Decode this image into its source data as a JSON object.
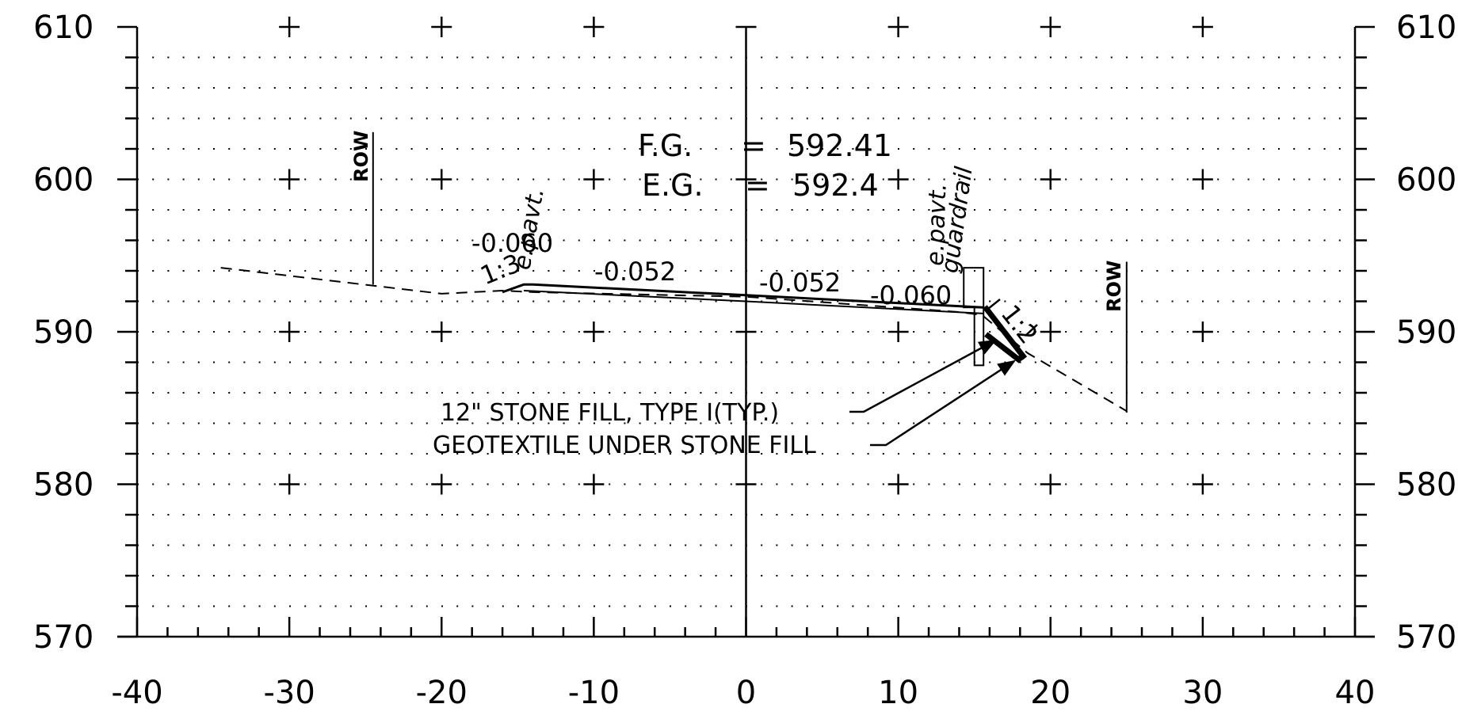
{
  "chart_data": {
    "type": "cross-section",
    "x_axis": {
      "ticks": [
        -40,
        -30,
        -20,
        -10,
        0,
        10,
        20,
        30,
        40
      ],
      "tick_labels": [
        "-40",
        "-30",
        "-20",
        "-10",
        "0",
        "10",
        "20",
        "30",
        "40"
      ],
      "range": [
        -40,
        40
      ],
      "minor_step": 2
    },
    "y_axis": {
      "ticks": [
        570,
        580,
        590,
        600,
        610
      ],
      "tick_labels": [
        "570",
        "580",
        "590",
        "600",
        "610"
      ],
      "range": [
        570,
        610
      ],
      "minor_step": 2,
      "labels_both_sides": true
    },
    "grid": {
      "dotted_rows_step": 2,
      "cross_marks_step": [
        10,
        10
      ]
    },
    "existing_ground": [
      [
        -34.5,
        594.2
      ],
      [
        -20,
        592.5
      ],
      [
        -16,
        592.7
      ],
      [
        -14,
        592.6
      ],
      [
        0,
        592.3
      ],
      [
        14,
        591.3
      ],
      [
        15.5,
        591.1
      ],
      [
        18.5,
        588.6
      ],
      [
        25,
        584.8
      ]
    ],
    "finished_grade": [
      [
        -16,
        592.6
      ],
      [
        -14.6,
        593.1
      ],
      [
        -14,
        593.1
      ],
      [
        0,
        592.4
      ],
      [
        15.6,
        591.6
      ]
    ],
    "pavement_bottom": [
      [
        -14.6,
        592.7
      ],
      [
        0,
        592.0
      ],
      [
        15.6,
        591.2
      ]
    ],
    "fill_slope": [
      [
        15.8,
        591.5
      ],
      [
        18.2,
        588.4
      ]
    ],
    "guardrail_post": {
      "x0": 15.0,
      "x1": 15.6,
      "y0": 587.8,
      "y1": 591.6
    },
    "guardrail_rail": {
      "x0": 14.3,
      "x1": 15.6,
      "y0": 591.6,
      "y1": 594.2
    },
    "row_lines": [
      {
        "x": -24.5,
        "y_top": 603.1,
        "y_bottom": 593.1,
        "label": "ROW"
      },
      {
        "x": 25,
        "y_top": 594.6,
        "y_bottom": 584.7,
        "label": "ROW"
      }
    ],
    "annotations": {
      "fg_label": "F.G.",
      "fg_equals": "=",
      "fg_value": "592.41",
      "eg_label": "E.G.",
      "eg_equals": "=",
      "eg_value": "592.4",
      "left_slope": "1:3",
      "right_slope": "1:2",
      "slopes": [
        "-0.060",
        "-0.052",
        "-0.052",
        "-0.060"
      ],
      "edge_left": "e.pavt.",
      "edge_right": "e.pavt.",
      "guardrail": "guardrail",
      "note1": "12\" STONE FILL, TYPE I(TYP.)",
      "note2": "GEOTEXTILE UNDER STONE FILL"
    }
  }
}
